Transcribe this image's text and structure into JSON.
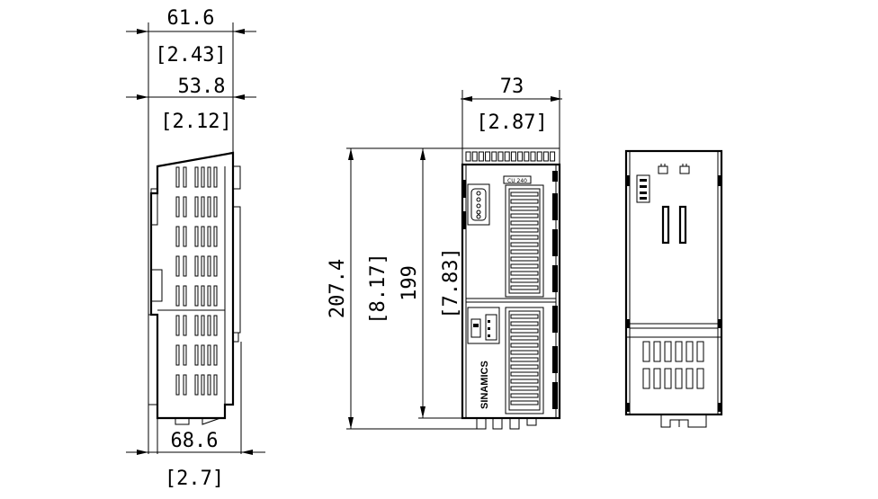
{
  "side_view": {
    "width_outer_mm": "61.6",
    "width_outer_in": "[2.43]",
    "width_body_mm": "53.8",
    "width_body_in": "[2.12]",
    "depth_bottom_mm": "68.6",
    "depth_bottom_in": "[2.7]"
  },
  "front_view": {
    "width_mm": "73",
    "width_in": "[2.87]",
    "height_total_mm": "207.4",
    "height_total_in": "[8.17]",
    "height_body_mm": "199",
    "height_body_in": "[7.83]",
    "brand_label": "SINAMICS",
    "module_label": "CU 240"
  }
}
